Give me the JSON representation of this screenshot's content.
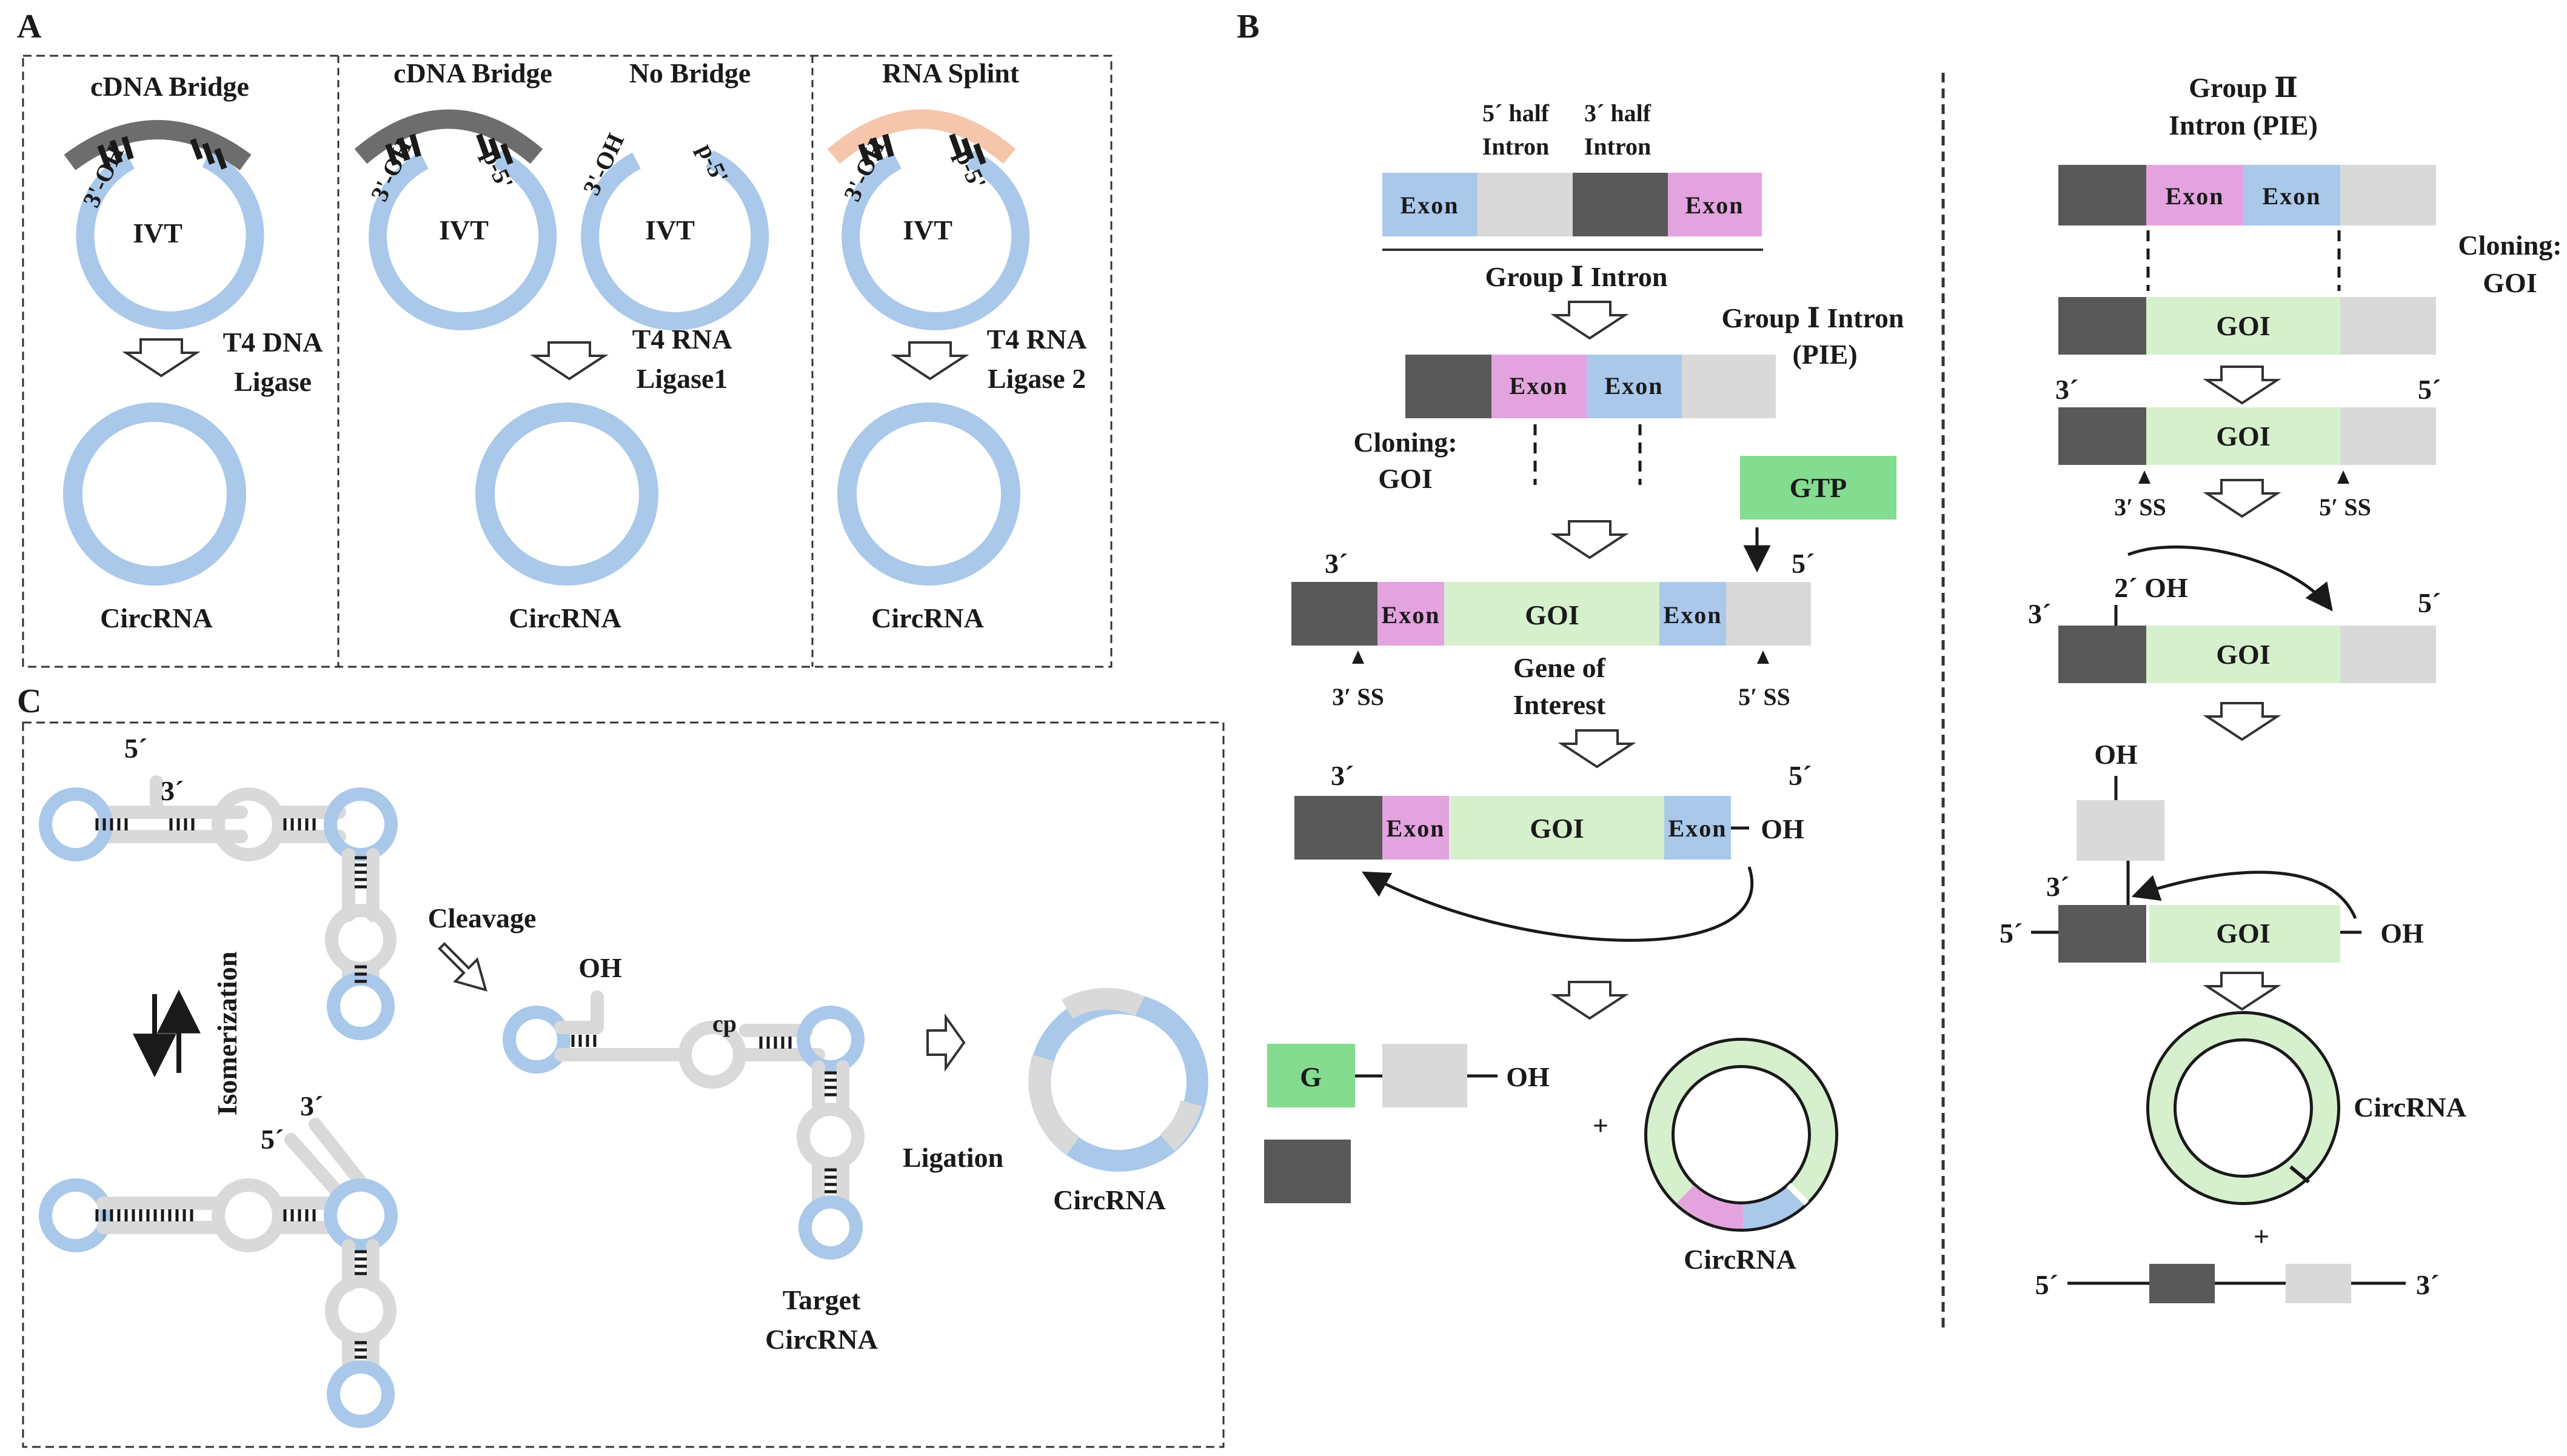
{
  "panels": {
    "a": "A",
    "b": "B",
    "c": "C"
  },
  "colors": {
    "blue": "#a9c8ea",
    "pink": "#e3a3df",
    "green_light": "#d6f0ce",
    "green": "#83dc8f",
    "dark": "#595959",
    "gray_light": "#d9d9d9",
    "splint": "#f5c5ac",
    "bridge": "#6d6d6d"
  },
  "panel_a": {
    "col1_title": "cDNA Bridge",
    "col2_title": "cDNA Bridge",
    "col3_title": "No Bridge",
    "col4_title": "RNA Splint",
    "ivt": "IVT",
    "oh_label": "3'-OH",
    "p_label": "p-5'",
    "ligase1_line1": "T4 DNA",
    "ligase1_line2": "Ligase",
    "ligase2_line1": "T4 RNA",
    "ligase2_line2": "Ligase1",
    "ligase3_line1": "T4 RNA",
    "ligase3_line2": "Ligase 2",
    "circrna": "CircRNA"
  },
  "panel_b": {
    "half5_line1": "5´ half",
    "half5_line2": "Intron",
    "half3_line1": "3´ half",
    "half3_line2": "Intron",
    "exon": "Exon",
    "group1_intron": "Group Ⅰ Intron",
    "group1_pie_line1": "Group Ⅰ Intron",
    "group1_pie_line2": "(PIE)",
    "cloning_line1": "Cloning:",
    "cloning_line2": "GOI",
    "gtp": "GTP",
    "goi": "GOI",
    "gene_line1": "Gene of",
    "gene_line2": "Interest",
    "prime3": "3´",
    "prime5": "5´",
    "ss3": "3′ SS",
    "ss5": "5′ SS",
    "oh": "OH",
    "g": "G",
    "plus": "+",
    "circrna": "CircRNA",
    "group2_line1": "Group Ⅱ",
    "group2_line2": "Intron (PIE)",
    "oh2": "2´ OH"
  },
  "panel_c": {
    "prime5": "5´",
    "prime3": "3´",
    "isomerization": "Isomerization",
    "cleavage": "Cleavage",
    "oh": "OH",
    "cp": "cp",
    "ligation": "Ligation",
    "circrna": "CircRNA",
    "target_line1": "Target",
    "target_line2": "CircRNA"
  }
}
